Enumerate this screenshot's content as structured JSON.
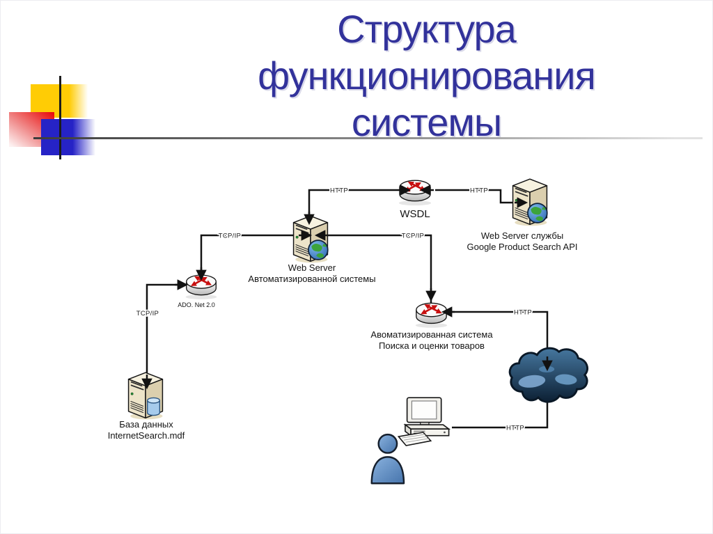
{
  "slide": {
    "title": {
      "line1": "Структура",
      "line2": "функционирования",
      "line3": "системы",
      "color": "#32329B"
    }
  },
  "diagram": {
    "nodes": {
      "wsdl_router": {
        "label": "WSDL"
      },
      "web_server_as": {
        "label_line1": "Web Server",
        "label_line2": "Автоматизированной системы"
      },
      "google_web_server": {
        "label_line1": "Web Server службы",
        "label_line2": "Google Product Search API"
      },
      "ado_net_router": {
        "label": "ADO. Net 2.0"
      },
      "search_system_router": {
        "label_line1": "Авоматизированная система",
        "label_line2": "Поиска и оценки товаров"
      },
      "database_server": {
        "label_line1": "База данных",
        "label_line2": "InternetSearch.mdf"
      }
    },
    "edge_labels": {
      "http_wsdl_left": "HTTP",
      "http_wsdl_right": "HTTP",
      "tcpip_web_server_left": "TCP/IP",
      "tcpip_web_server_right": "TCP/IP",
      "tcpip_database": "TCP/IP",
      "http_internet_cloud": "HTTP",
      "http_user_pc": "HTTP"
    },
    "accent_colors": {
      "router_arrows": "#C81010",
      "cloud_fill": "#14314F",
      "person_fill": "#5E8FC6",
      "database_cylinder": "#A6CBEC",
      "server_body": "#EDE4C9"
    }
  }
}
